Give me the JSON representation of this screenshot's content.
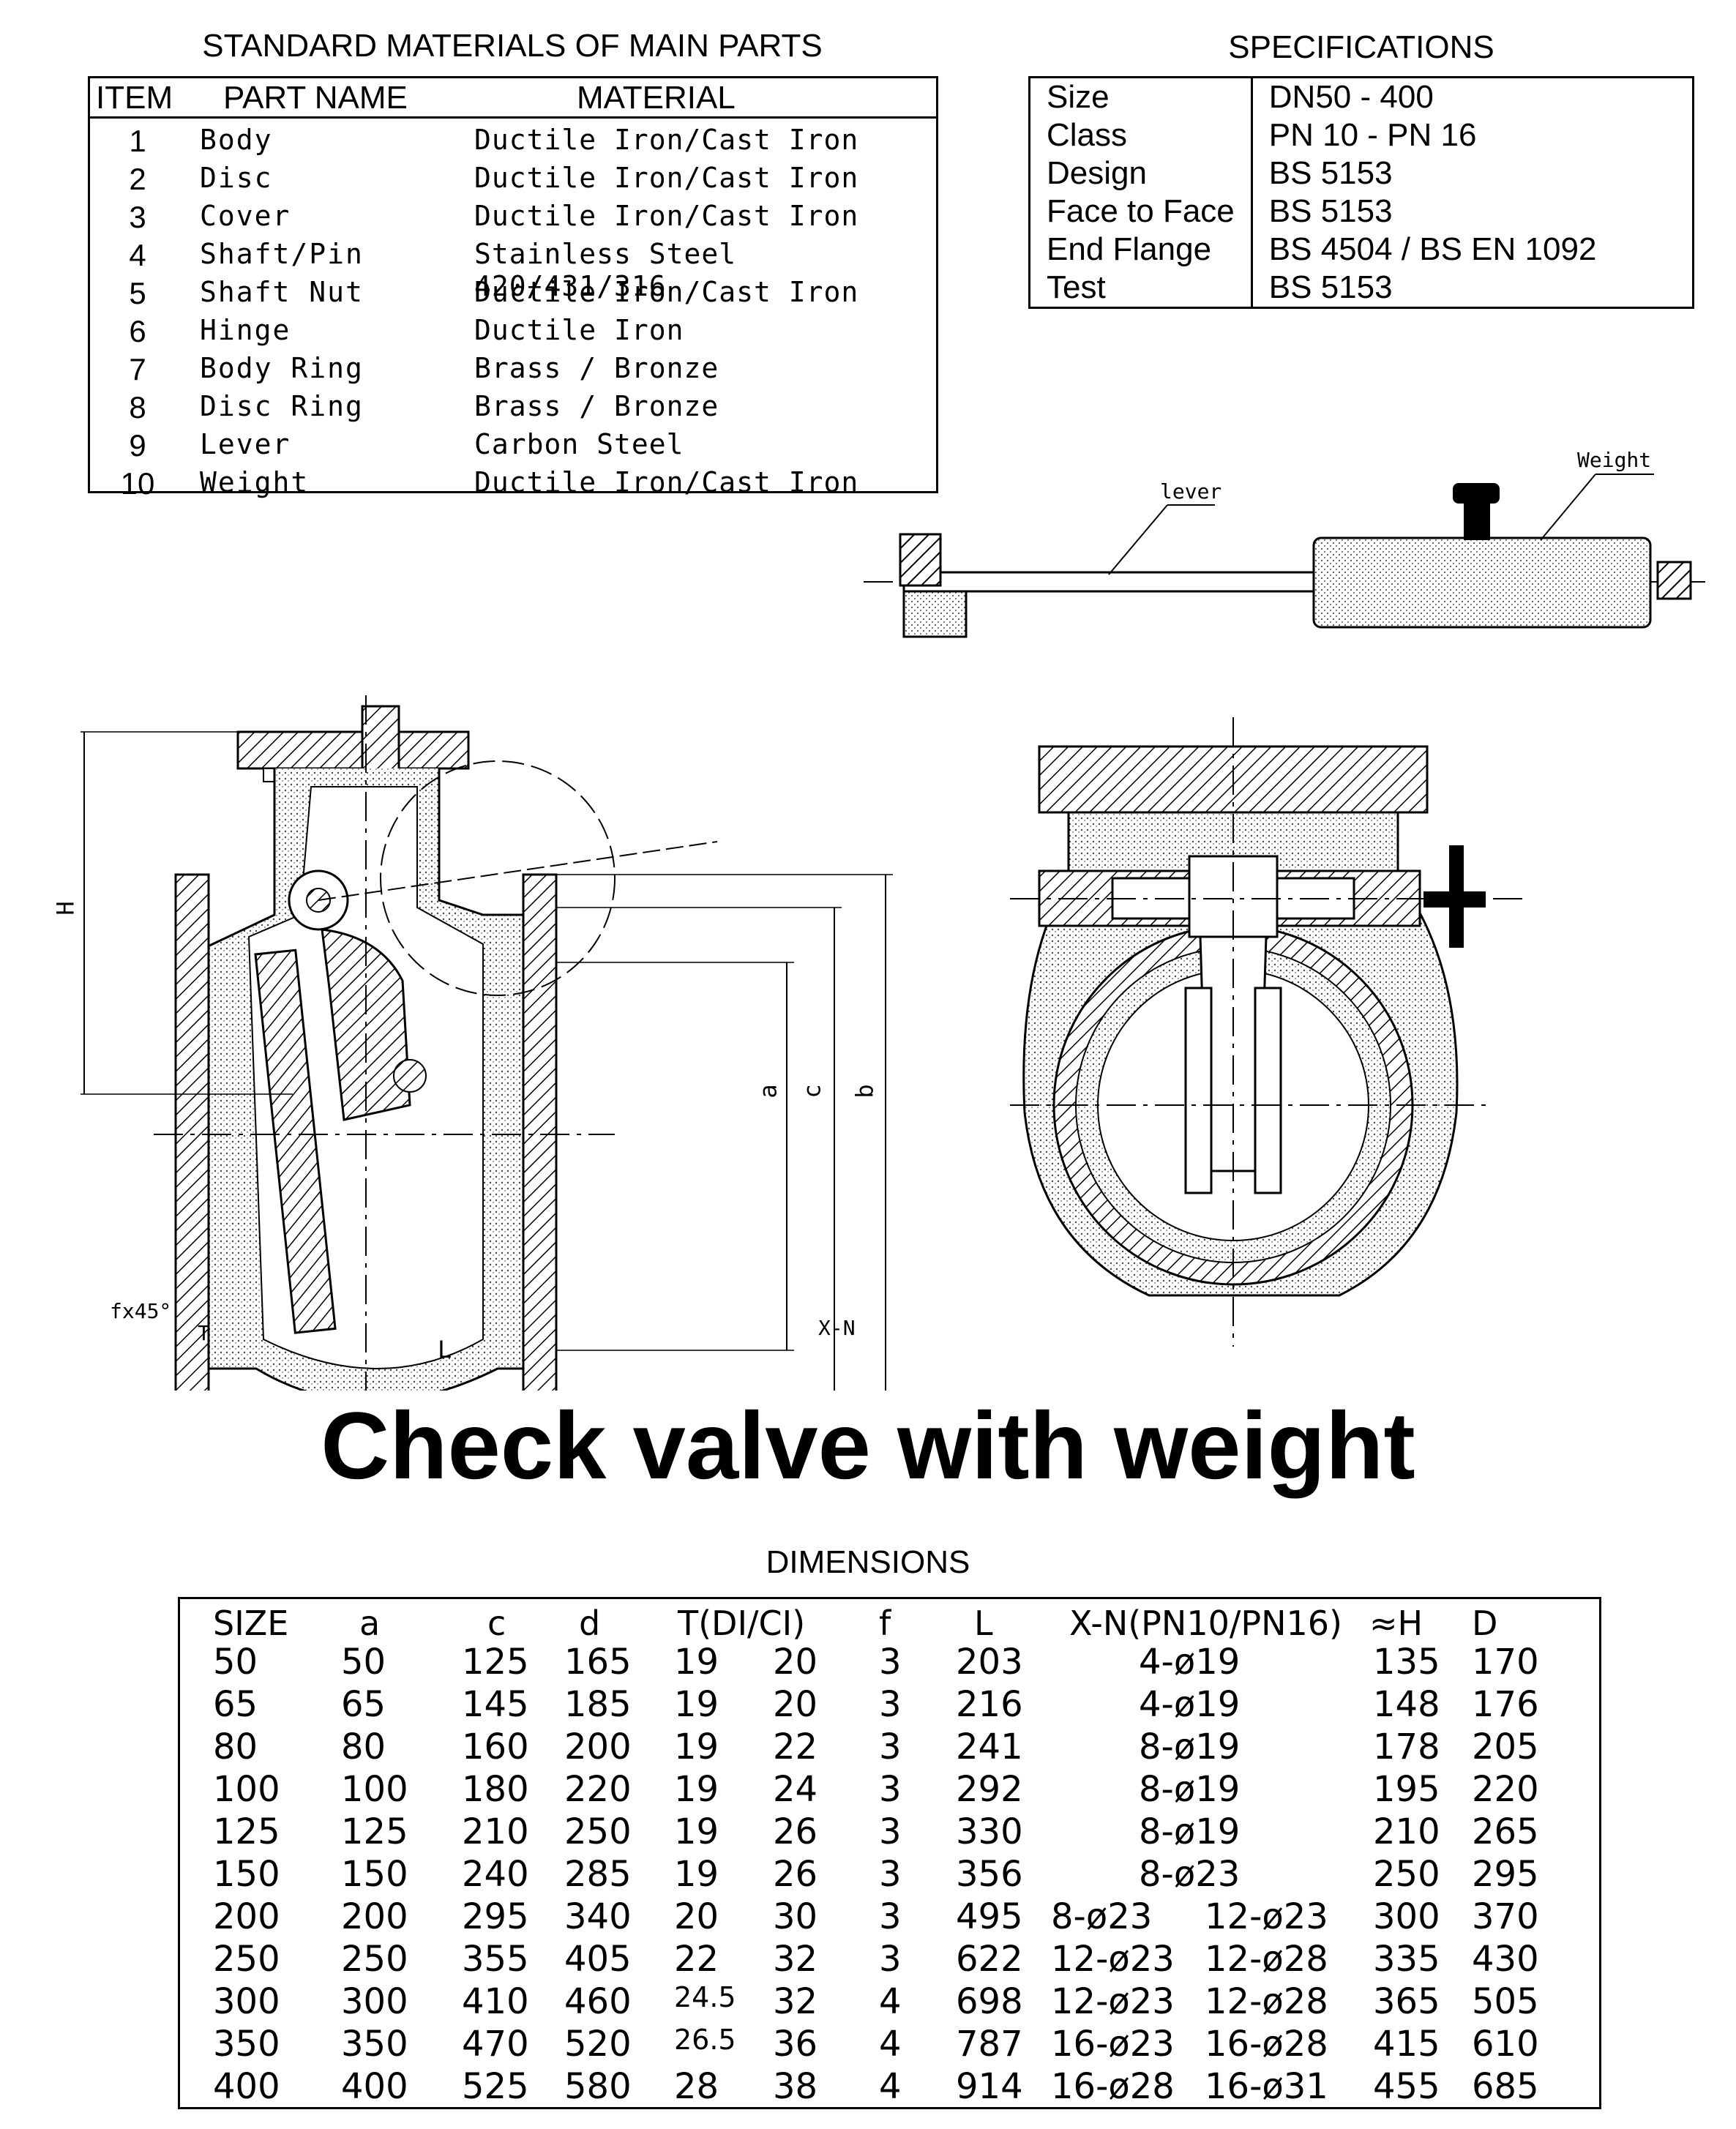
{
  "materials": {
    "caption": "STANDARD MATERIALS OF MAIN PARTS",
    "headers": {
      "item": "ITEM",
      "part": "PART NAME",
      "material": "MATERIAL"
    },
    "rows": [
      {
        "item": "1",
        "part": "Body",
        "material": "Ductile Iron/Cast Iron"
      },
      {
        "item": "2",
        "part": "Disc",
        "material": "Ductile Iron/Cast Iron"
      },
      {
        "item": "3",
        "part": "Cover",
        "material": "Ductile Iron/Cast Iron"
      },
      {
        "item": "4",
        "part": "Shaft/Pin",
        "material": "Stainless Steel 420/431/316"
      },
      {
        "item": "5",
        "part": "Shaft Nut",
        "material": "Ductile Iron/Cast Iron"
      },
      {
        "item": "6",
        "part": "Hinge",
        "material": "Ductile Iron"
      },
      {
        "item": "7",
        "part": "Body Ring",
        "material": "Brass / Bronze"
      },
      {
        "item": "8",
        "part": "Disc Ring",
        "material": "Brass / Bronze"
      },
      {
        "item": "9",
        "part": "Lever",
        "material": "Carbon Steel"
      },
      {
        "item": "10",
        "part": "Weight",
        "material": "Ductile Iron/Cast Iron"
      }
    ]
  },
  "specs": {
    "caption": "SPECIFICATIONS",
    "rows": [
      {
        "key": "Size",
        "value": "DN50 - 400"
      },
      {
        "key": "Class",
        "value": "PN 10 - PN 16"
      },
      {
        "key": "Design",
        "value": "BS 5153"
      },
      {
        "key": "Face to Face",
        "value": "BS 5153"
      },
      {
        "key": "End Flange",
        "value": "BS 4504 / BS EN 1092"
      },
      {
        "key": "Test",
        "value": "BS 5153"
      }
    ]
  },
  "drawing_labels": {
    "lever": "lever",
    "weight": "Weight",
    "H": "H",
    "a": "a",
    "c": "c",
    "b": "b",
    "fx45": "fx45°",
    "T": "T",
    "L": "L",
    "xn": "X-N"
  },
  "title": "Check valve with weight",
  "dimensions": {
    "caption": "DIMENSIONS",
    "headers": [
      "SIZE",
      "a",
      "c",
      "d",
      "T(DI/CI)",
      "f",
      "L",
      "X-N(PN10/PN16)",
      "≈H",
      "D"
    ],
    "rows": [
      [
        "50",
        "50",
        "125",
        "165",
        "19",
        "20",
        "3",
        "203",
        "4-ø19",
        "",
        "135",
        "170"
      ],
      [
        "65",
        "65",
        "145",
        "185",
        "19",
        "20",
        "3",
        "216",
        "4-ø19",
        "",
        "148",
        "176"
      ],
      [
        "80",
        "80",
        "160",
        "200",
        "19",
        "22",
        "3",
        "241",
        "8-ø19",
        "",
        "178",
        "205"
      ],
      [
        "100",
        "100",
        "180",
        "220",
        "19",
        "24",
        "3",
        "292",
        "8-ø19",
        "",
        "195",
        "220"
      ],
      [
        "125",
        "125",
        "210",
        "250",
        "19",
        "26",
        "3",
        "330",
        "8-ø19",
        "",
        "210",
        "265"
      ],
      [
        "150",
        "150",
        "240",
        "285",
        "19",
        "26",
        "3",
        "356",
        "8-ø23",
        "",
        "250",
        "295"
      ],
      [
        "200",
        "200",
        "295",
        "340",
        "20",
        "30",
        "3",
        "495",
        "8-ø23",
        "12-ø23",
        "300",
        "370"
      ],
      [
        "250",
        "250",
        "355",
        "405",
        "22",
        "32",
        "3",
        "622",
        "12-ø23",
        "12-ø28",
        "335",
        "430"
      ],
      [
        "300",
        "300",
        "410",
        "460",
        "24.5",
        "32",
        "4",
        "698",
        "12-ø23",
        "12-ø28",
        "365",
        "505"
      ],
      [
        "350",
        "350",
        "470",
        "520",
        "26.5",
        "36",
        "4",
        "787",
        "16-ø23",
        "16-ø28",
        "415",
        "610"
      ],
      [
        "400",
        "400",
        "525",
        "580",
        "28",
        "38",
        "4",
        "914",
        "16-ø28",
        "16-ø31",
        "455",
        "685"
      ]
    ]
  }
}
